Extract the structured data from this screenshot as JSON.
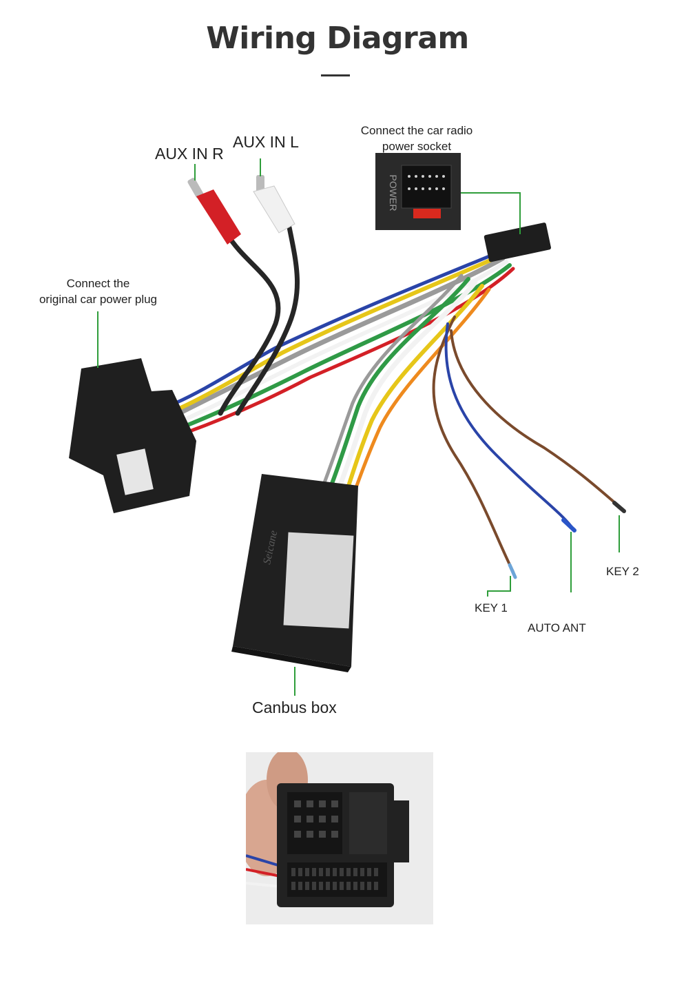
{
  "title": "Wiring Diagram",
  "labels": {
    "aux_in_r": "AUX IN R",
    "aux_in_l": "AUX IN L",
    "radio_socket_line1": "Connect the car radio",
    "radio_socket_line2": "power socket",
    "orig_plug_line1": "Connect the",
    "orig_plug_line2": "original car power plug",
    "key1": "KEY 1",
    "key2": "KEY 2",
    "auto_ant": "AUTO ANT",
    "canbus_box": "Canbus box"
  },
  "photo_text": {
    "socket_marking": "POWER",
    "brand": "Seicane"
  },
  "colors": {
    "callout_line": "#2e9d3a",
    "connector": "#1e1e1e",
    "wire_red": "#d32026",
    "wire_white": "#f2f2f2",
    "wire_black": "#262626",
    "wire_yellow": "#e6c619",
    "wire_green": "#2f9a46",
    "wire_blue": "#2a44a8",
    "wire_brown": "#7a4a2c",
    "wire_orange": "#ee8a1e",
    "wire_gray": "#9a9a9a"
  }
}
